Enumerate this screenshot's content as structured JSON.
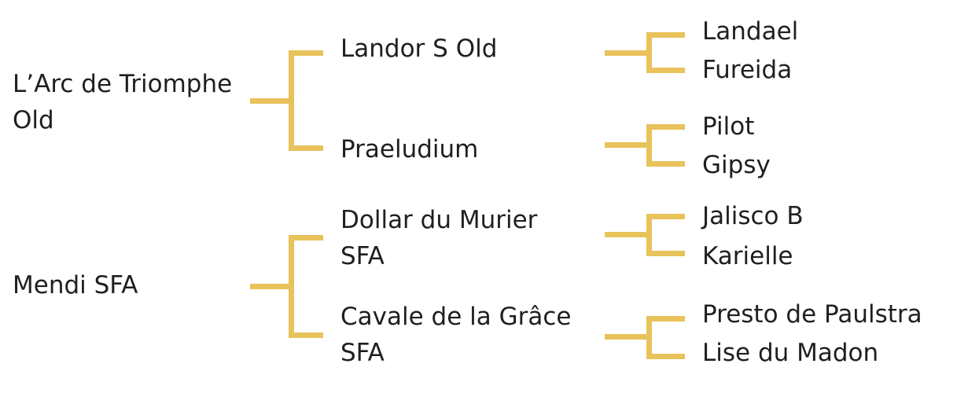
{
  "pedigree": {
    "sire": {
      "name": "L’Arc de Triomphe Old",
      "sire": {
        "name": "Landor S Old",
        "sire": "Landael",
        "dam": "Fureida"
      },
      "dam": {
        "name": "Praeludium",
        "sire": "Pilot",
        "dam": "Gipsy"
      }
    },
    "dam": {
      "name": "Mendi SFA",
      "sire": {
        "name": "Dollar du Murier SFA",
        "sire": "Jalisco B",
        "dam": "Karielle"
      },
      "dam": {
        "name": "Cavale de la Grâce SFA",
        "sire": "Presto de Paulstra",
        "dam": "Lise du Madon"
      }
    }
  },
  "colors": {
    "connector": "#e8c25a",
    "text": "#1f1f1f",
    "background": "#ffffff"
  }
}
